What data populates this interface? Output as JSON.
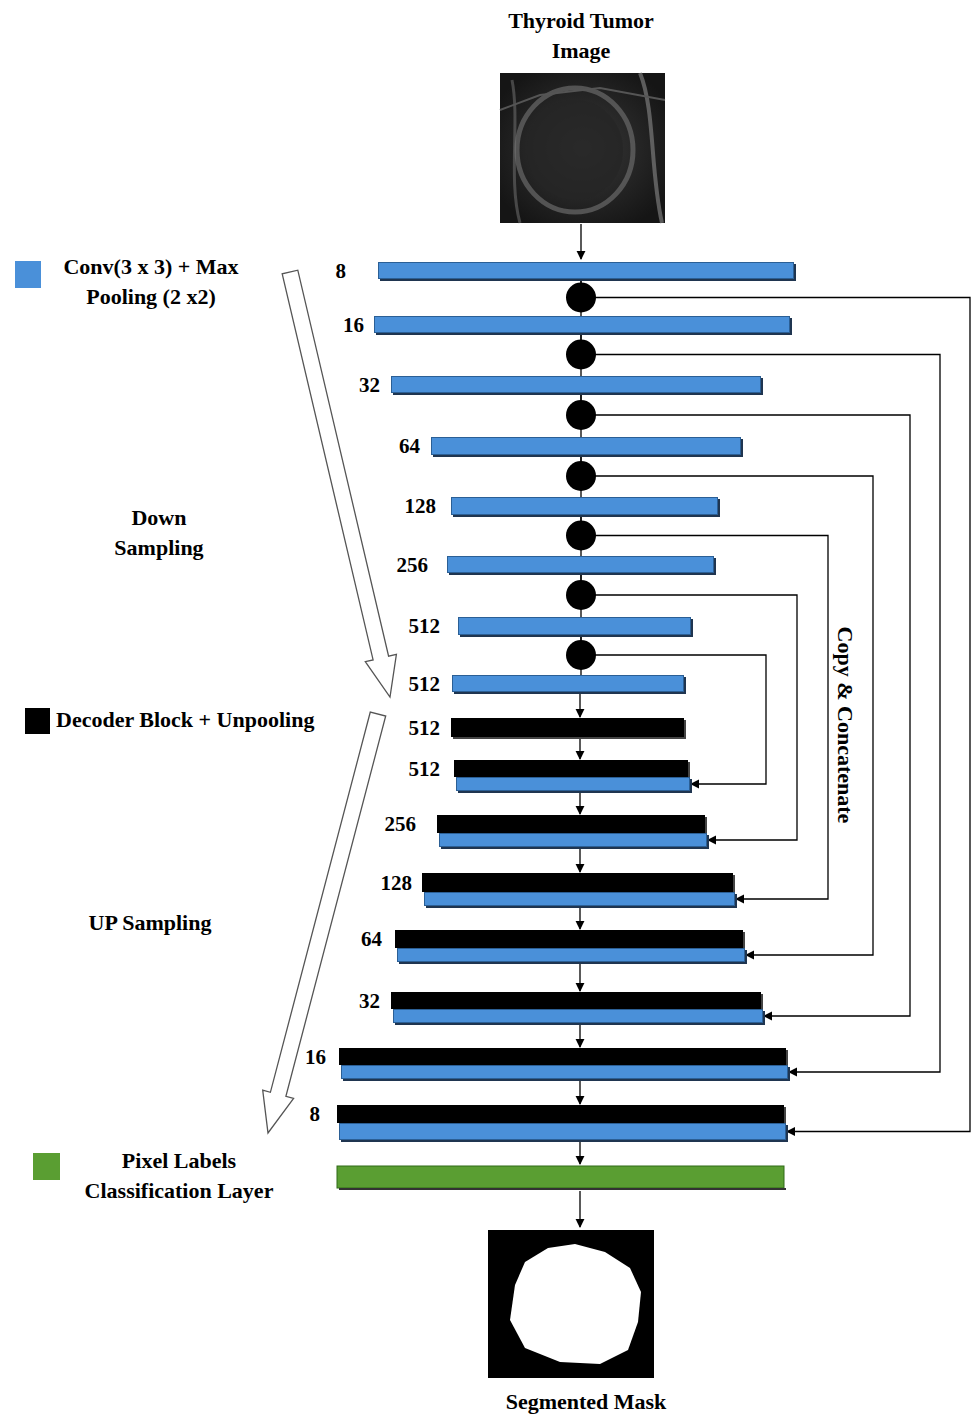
{
  "diagram": {
    "nodes": [
      {
        "text": [
          "8"
        ]
      },
      {
        "text": [
          "16"
        ]
      },
      {
        "text": [
          "32"
        ]
      },
      {
        "text": [
          "64"
        ]
      },
      {
        "text": [
          "128"
        ]
      },
      {
        "text": [
          "256"
        ]
      },
      {
        "text": [
          "512"
        ]
      },
      {
        "text": [
          "512"
        ]
      },
      {
        "text": [
          "512"
        ]
      },
      {
        "text": [
          "512"
        ]
      },
      {
        "text": [
          "256"
        ]
      },
      {
        "text": [
          "128"
        ]
      },
      {
        "text": [
          "64"
        ]
      },
      {
        "text": [
          "32"
        ]
      },
      {
        "text": [
          "16"
        ]
      },
      {
        "text": [
          "8"
        ]
      }
    ],
    "edges": [
      {
        "from": 0,
        "to": 15,
        "arrow": "to"
      },
      {
        "from": 1,
        "to": 14,
        "arrow": "to"
      },
      {
        "from": 2,
        "to": 13,
        "arrow": "to"
      },
      {
        "from": 3,
        "to": 12,
        "arrow": "to"
      },
      {
        "from": 4,
        "to": 11,
        "arrow": "to"
      },
      {
        "from": 5,
        "to": 10,
        "arrow": "to"
      },
      {
        "from": 6,
        "to": 9,
        "arrow": "to"
      },
      {
        "from": 7,
        "to": 8,
        "arrow": "to"
      },
      {
        "from": 8,
        "to": 9,
        "arrow": "to"
      },
      {
        "from": 9,
        "to": 10,
        "arrow": "to"
      },
      {
        "from": 10,
        "to": 11,
        "arrow": "to"
      },
      {
        "from": 11,
        "to": 12,
        "arrow": "to"
      },
      {
        "from": 12,
        "to": 13,
        "arrow": "to"
      },
      {
        "from": 13,
        "to": 14,
        "arrow": "to"
      },
      {
        "from": 14,
        "to": 15,
        "arrow": "to"
      }
    ],
    "labels": [
      "Thyroid Tumor Image",
      "Down Sampling",
      "UP Sampling",
      "Copy & Concatenate",
      "Segmented Mask"
    ],
    "legend": [
      {
        "text": "Conv(3 x 3) + Max Pooling (2 x2)",
        "color": "#4a90d9"
      },
      {
        "text": "Decoder Block + Unpooling",
        "color": "#000000"
      },
      {
        "text": "Pixel Labels Classification Layer",
        "color": "#5a9e32"
      }
    ]
  }
}
